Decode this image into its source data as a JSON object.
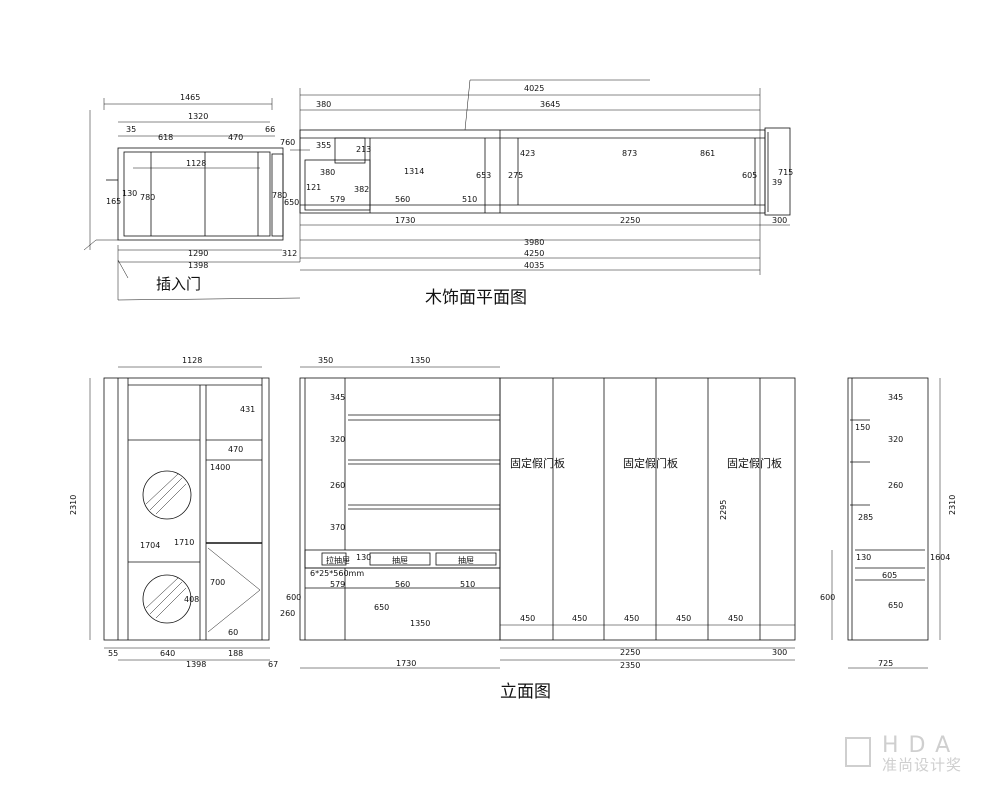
{
  "titles": {
    "plan": "木饰面平面图",
    "elevation": "立面图",
    "door_note": "插入门"
  },
  "labels": {
    "fixed_panel": "固定假门板",
    "drawer": "抽屉",
    "drawer_full": "拉抽屉",
    "drawer_spec": "6*25*560mm"
  },
  "plan_dims": {
    "d1465": "1465",
    "d1320": "1320",
    "d35": "35",
    "d618": "618",
    "d470": "470",
    "d66": "66",
    "d1128": "1128",
    "d780": "780",
    "d130": "130",
    "d165": "165",
    "d780b": "780",
    "d650": "650",
    "d760": "760",
    "d355": "355",
    "d213": "213",
    "d380": "380",
    "d121": "121",
    "d382": "382",
    "d579": "579",
    "d560": "560",
    "d510": "510",
    "d1314": "1314",
    "d653": "653",
    "d275": "275",
    "d423": "423",
    "d873": "873",
    "d861": "861",
    "d605": "605",
    "d39": "39",
    "d715": "715",
    "d1290": "1290",
    "d1398": "1398",
    "d32": "312",
    "d4025": "4025",
    "d380top": "380",
    "d3645": "3645",
    "d1730": "1730",
    "d2250": "2250",
    "d300": "300",
    "d3980": "3980",
    "d4250": "4250",
    "d4035": "4035"
  },
  "elev_dims": {
    "e1128": "1128",
    "e350": "350",
    "e1350": "1350",
    "e2310": "2310",
    "e2310r": "2310",
    "e345": "345",
    "e320": "320",
    "e260": "260",
    "e370": "370",
    "e130": "130",
    "e600": "600",
    "e260b": "260",
    "e650": "650",
    "e1350b": "1350",
    "e579": "579",
    "e560": "560",
    "e510": "510",
    "e1400": "1400",
    "e470": "470",
    "e431": "431",
    "e700": "700",
    "e1704": "1704",
    "e1710": "1710",
    "e408": "408",
    "e60": "60",
    "e55": "55",
    "e640": "640",
    "e188": "188",
    "e1398": "1398",
    "e67": "67",
    "e1730": "1730",
    "e2250": "2250",
    "e2350": "2350",
    "e300": "300",
    "e2295": "2295",
    "e450": "450",
    "e725": "725",
    "e285": "285",
    "e605": "605",
    "e1604": "1604",
    "e650r": "650",
    "e600r": "600",
    "e320r": "320",
    "e260r": "260",
    "e345r": "345",
    "e130r": "130",
    "e150": "150"
  },
  "watermark": {
    "brand": "HDA",
    "cn": "准尚设计奖"
  }
}
